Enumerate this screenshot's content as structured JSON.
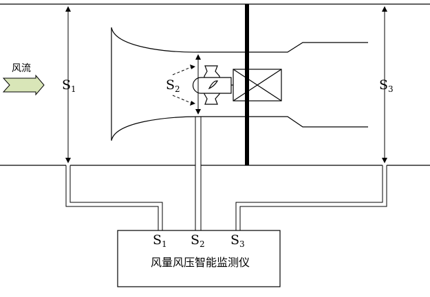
{
  "airflow_label": "风流",
  "sections": [
    {
      "letter": "S",
      "index": "1"
    },
    {
      "letter": "S",
      "index": "2"
    },
    {
      "letter": "S",
      "index": "3"
    }
  ],
  "instrument": {
    "name": "风量风压智能监测仪",
    "ports": [
      {
        "letter": "S",
        "index": "1"
      },
      {
        "letter": "S",
        "index": "2"
      },
      {
        "letter": "S",
        "index": "3"
      }
    ]
  },
  "colors": {
    "line": "#000000",
    "arrow_fill": "#d9e6b8",
    "background": "#ffffff"
  }
}
